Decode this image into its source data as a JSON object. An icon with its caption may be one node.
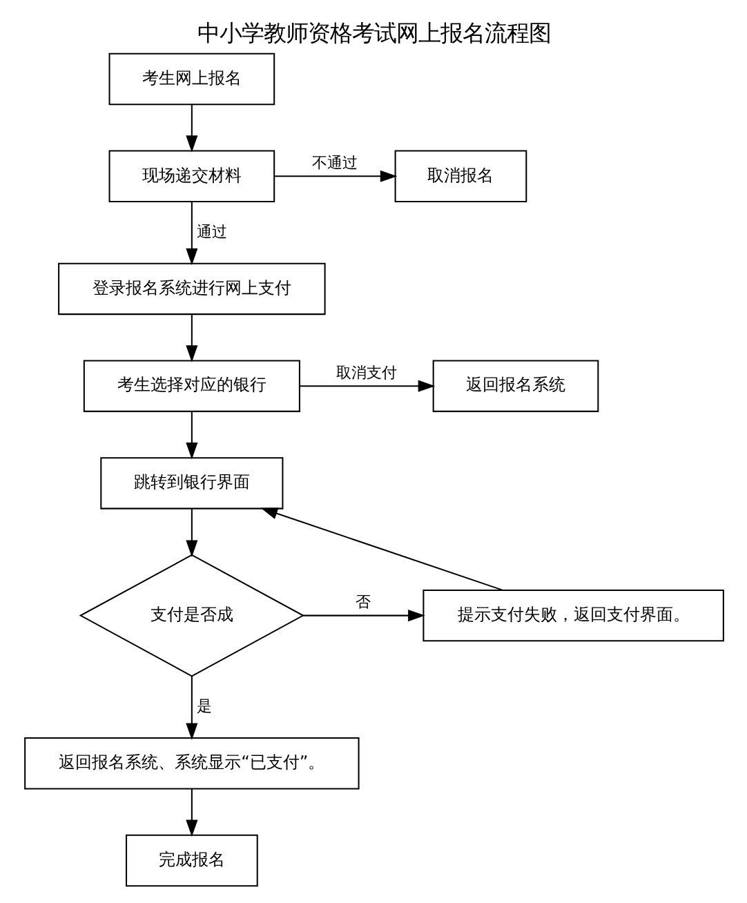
{
  "diagram": {
    "title": "中小学教师资格考试网上报名流程图",
    "nodes": [
      {
        "text": [
          "考生网上报名"
        ]
      },
      {
        "text": [
          "现场递交材料"
        ]
      },
      {
        "text": [
          "取消报名"
        ]
      },
      {
        "text": [
          "登录报名系统进行网上支付"
        ]
      },
      {
        "text": [
          "考生选择对应的银行"
        ]
      },
      {
        "text": [
          "返回报名系统"
        ]
      },
      {
        "text": [
          "跳转到银行界面"
        ]
      },
      {
        "text": [
          "支付是否成"
        ]
      },
      {
        "text": [
          "提示支付失败，返回支付界面。"
        ]
      },
      {
        "text": [
          "返回报名系统、系统显示“已支付”。"
        ]
      },
      {
        "text": [
          "完成报名"
        ]
      }
    ],
    "edges": [
      {
        "from": 0,
        "to": 1,
        "arrow": "to"
      },
      {
        "from": 1,
        "to": 2,
        "arrow": "to",
        "label": "不通过"
      },
      {
        "from": 1,
        "to": 3,
        "arrow": "to",
        "label": "通过"
      },
      {
        "from": 3,
        "to": 4,
        "arrow": "to"
      },
      {
        "from": 4,
        "to": 5,
        "arrow": "to",
        "label": "取消支付"
      },
      {
        "from": 4,
        "to": 6,
        "arrow": "to"
      },
      {
        "from": 6,
        "to": 7,
        "arrow": "to"
      },
      {
        "from": 7,
        "to": 8,
        "arrow": "to",
        "label": "否"
      },
      {
        "from": 8,
        "to": 6,
        "arrow": "to"
      },
      {
        "from": 7,
        "to": 9,
        "arrow": "to",
        "label": "是"
      },
      {
        "from": 9,
        "to": 10,
        "arrow": "to"
      }
    ]
  }
}
